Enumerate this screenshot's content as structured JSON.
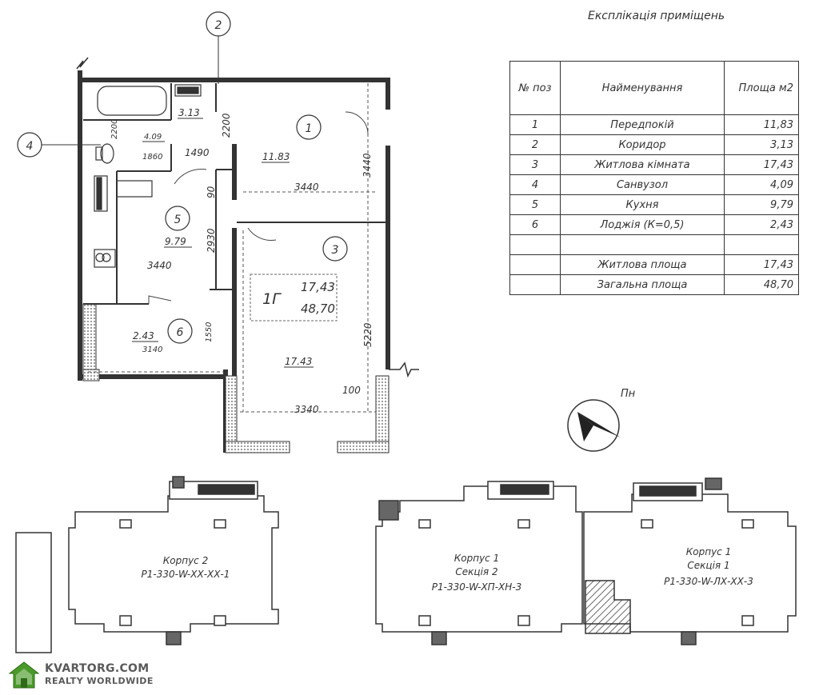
{
  "explication": {
    "title": "Експлікація приміщень",
    "headers": {
      "pos": "№ поз",
      "name": "Найменування",
      "area": "Площа м2"
    },
    "rows": [
      {
        "pos": "1",
        "name": "Передпокій",
        "area": "11,83"
      },
      {
        "pos": "2",
        "name": "Коридор",
        "area": "3,13"
      },
      {
        "pos": "3",
        "name": "Житлова кімната",
        "area": "17,43"
      },
      {
        "pos": "4",
        "name": "Санвузол",
        "area": "4,09"
      },
      {
        "pos": "5",
        "name": "Кухня",
        "area": "9,79"
      },
      {
        "pos": "6",
        "name": "Лоджія (К=0,5)",
        "area": "2,43"
      }
    ],
    "totals": [
      {
        "name": "Житлова площа",
        "area": "17,43"
      },
      {
        "name": "Загальна площа",
        "area": "48,70"
      }
    ]
  },
  "plan": {
    "apartment_type": "1Г",
    "living_area": "17,43",
    "total_area": "48,70",
    "room_markers": [
      "1",
      "2",
      "3",
      "4",
      "5",
      "6"
    ],
    "room_areas": {
      "hall": "11.83",
      "corridor": "3.13",
      "bathroom": "4.09",
      "kitchen": "9.79",
      "loggia": "2.43",
      "living": "17.43"
    },
    "dimensions": {
      "d2200_top": "2200",
      "d2200_left": "2200",
      "d1490": "1490",
      "d1860": "1860",
      "d3440_hall": "3440",
      "d3440_vert": "3440",
      "d90": "90",
      "d2930": "2930",
      "d3440_kitchen": "3440",
      "d3140": "3140",
      "d1550": "1550",
      "d5220": "5220",
      "d100": "100",
      "d3340": "3340"
    },
    "north_label": "Пн"
  },
  "site": {
    "building2": {
      "line1": "Корпус 2",
      "line2": "Р1-330-W-ХХ-ХХ-1"
    },
    "building1_section2": {
      "line1": "Корпус 1",
      "line2": "Секція 2",
      "line3": "Р1-330-W-ХП-ХН-3"
    },
    "building1_section1": {
      "line1": "Корпус 1",
      "line2": "Секція 1",
      "line3": "Р1-330-W-ЛХ-ХХ-3"
    }
  },
  "logo": {
    "line1": "KVARTORG.COM",
    "line2": "REALTY WORLDWIDE",
    "accent": "#4a9a2a"
  }
}
